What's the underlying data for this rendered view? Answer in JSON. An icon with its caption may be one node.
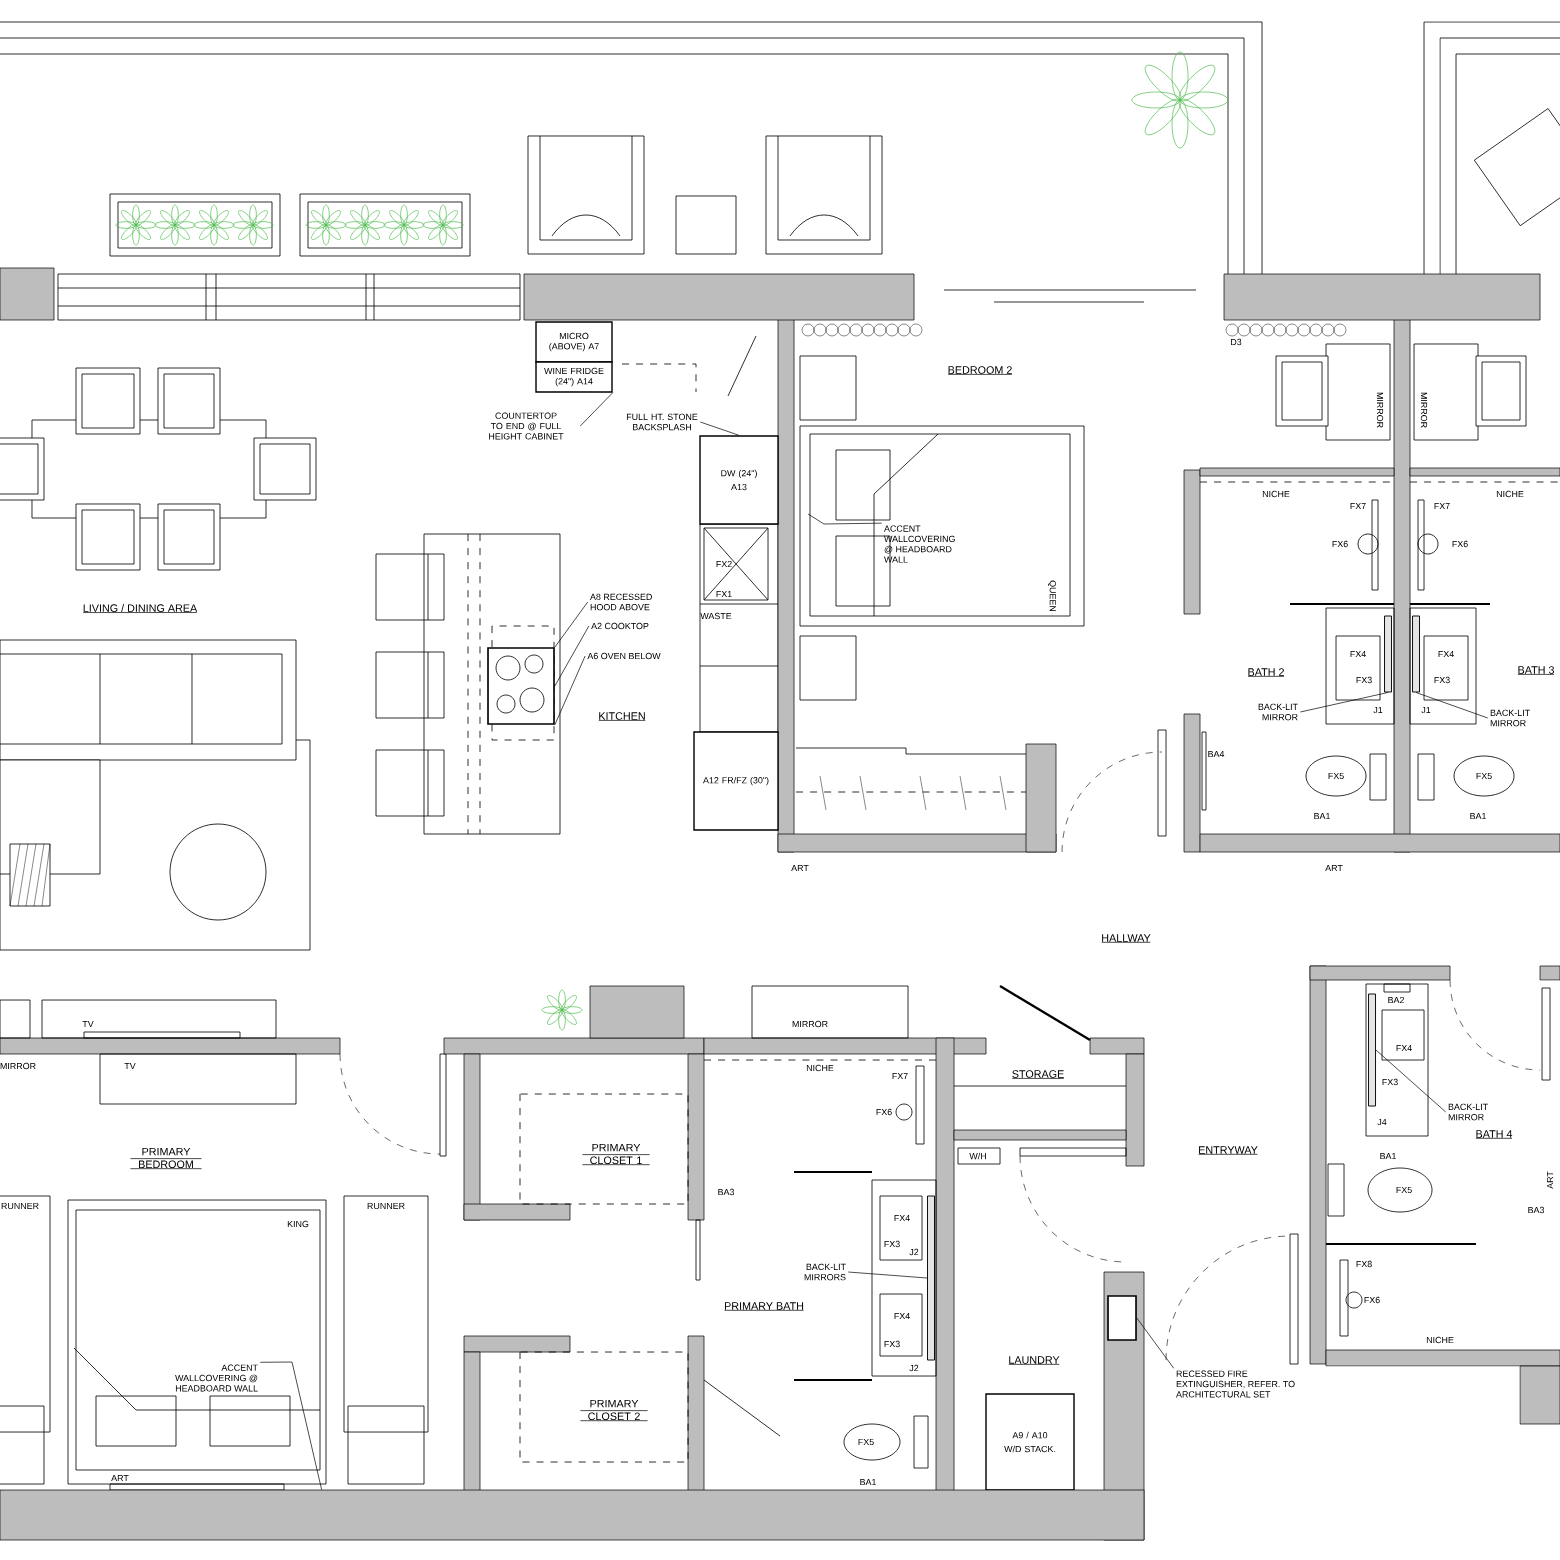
{
  "diagram": {
    "nodes": [
      {
        "text": [
          "MICRO (ABOVE) A7"
        ]
      },
      {
        "text": [
          "WINE FRIDGE (24\") A14"
        ]
      },
      {
        "text": [
          "COUNTERTOP TO END @ FULL HEIGHT CABINET"
        ]
      },
      {
        "text": [
          "FULL HT. STONE BACKSPLASH"
        ]
      },
      {
        "text": [
          "DW (24\")",
          "A13"
        ]
      },
      {
        "text": [
          "A8 RECESSED HOOD ABOVE"
        ]
      },
      {
        "text": [
          "A2 COOKTOP"
        ]
      },
      {
        "text": [
          "A6 OVEN BELOW"
        ]
      },
      {
        "text": [
          "A12 FR/FZ (30\")"
        ]
      },
      {
        "text": [
          "ACCENT WALLCOVERING @ HEADBOARD WALL"
        ]
      },
      {
        "text": [
          "BACK-LIT MIRROR"
        ]
      },
      {
        "text": [
          "BACK-LIT MIRROR"
        ]
      },
      {
        "text": [
          "ACCENT WALLCOVERING @ HEADBOARD WALL"
        ]
      },
      {
        "text": [
          "BACK-LIT MIRRORS"
        ]
      },
      {
        "text": [
          "A9 / A10",
          "W/D STACK."
        ]
      },
      {
        "text": [
          "RECESSED FIRE EXTINGUISHER, REFER. TO ARCHITECTURAL SET"
        ]
      },
      {
        "text": [
          "BACK-LIT MIRROR"
        ]
      },
      {
        "text": [],
        "shape": "bar"
      },
      {
        "text": [],
        "shape": "bar"
      },
      {
        "text": [],
        "shape": "bar"
      },
      {
        "text": [],
        "shape": "bar"
      },
      {
        "text": [],
        "shape": "box"
      },
      {
        "text": [],
        "shape": "box"
      },
      {
        "text": [],
        "shape": "wall"
      },
      {
        "text": [],
        "shape": "wall"
      },
      {
        "text": [],
        "shape": "wall"
      }
    ],
    "edges": [
      {
        "from": 2,
        "to": 1,
        "arrow": "none"
      },
      {
        "from": 3,
        "to": 4,
        "arrow": "none"
      },
      {
        "from": 5,
        "to": 21,
        "arrow": "none"
      },
      {
        "from": 6,
        "to": 21,
        "arrow": "none"
      },
      {
        "from": 7,
        "to": 21,
        "arrow": "none"
      },
      {
        "from": 9,
        "to": null,
        "arrow": "none"
      },
      {
        "from": 10,
        "to": 17,
        "arrow": "none"
      },
      {
        "from": 11,
        "to": 18,
        "arrow": "none"
      },
      {
        "from": 12,
        "to": 23,
        "arrow": "none"
      },
      {
        "from": 13,
        "to": 19,
        "arrow": "none"
      },
      {
        "from": 15,
        "to": 22,
        "arrow": "none"
      },
      {
        "from": 16,
        "to": 20,
        "arrow": "none"
      }
    ],
    "labels": [
      "LIVING / DINING AREA",
      "KITCHEN",
      "FX2",
      "FX1",
      "WASTE",
      "BEDROOM 2",
      "QUEEN",
      "D3",
      "MIRROR",
      "MIRROR",
      "NICHE",
      "NICHE",
      "FX7",
      "FX7",
      "FX6",
      "FX6",
      "FX4",
      "FX4",
      "FX3",
      "FX3",
      "J1",
      "J1",
      "BATH 2",
      "BATH 3",
      "BA4",
      "FX5",
      "FX5",
      "BA1",
      "BA1",
      "ART",
      "ART",
      "HALLWAY",
      "TV",
      "MIRROR",
      "TV",
      "PRIMARY BEDROOM",
      "RUNNER",
      "RUNNER",
      "KING",
      "ART",
      "PRIMARY CLOSET 1",
      "BA3",
      "PRIMARY CLOSET 2",
      "PRIMARY BATH",
      "MIRROR",
      "NICHE",
      "FX7",
      "FX6",
      "FX4",
      "FX3",
      "J2",
      "FX4",
      "FX3",
      "J2",
      "FX5",
      "BA1",
      "STORAGE",
      "W/H",
      "ENTRYWAY",
      "LAUNDRY",
      "BA2",
      "FX4",
      "FX3",
      "J4",
      "BATH 4",
      "BA1",
      "FX5",
      "ART",
      "BA3",
      "FX8",
      "FX6",
      "NICHE"
    ]
  }
}
